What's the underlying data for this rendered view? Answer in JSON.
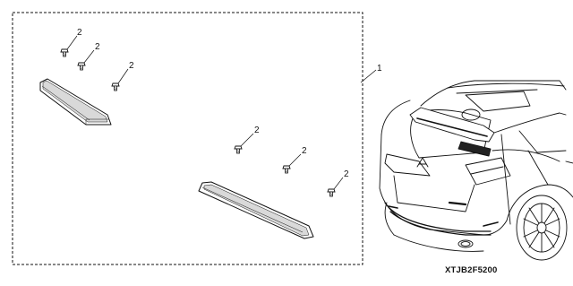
{
  "callouts": {
    "kit": "1",
    "bolt": "2"
  },
  "figure_code": "XTJB2F5200",
  "colors": {
    "line": "#111111",
    "fill": "#ffffff",
    "shade": "#d9d9d9"
  }
}
